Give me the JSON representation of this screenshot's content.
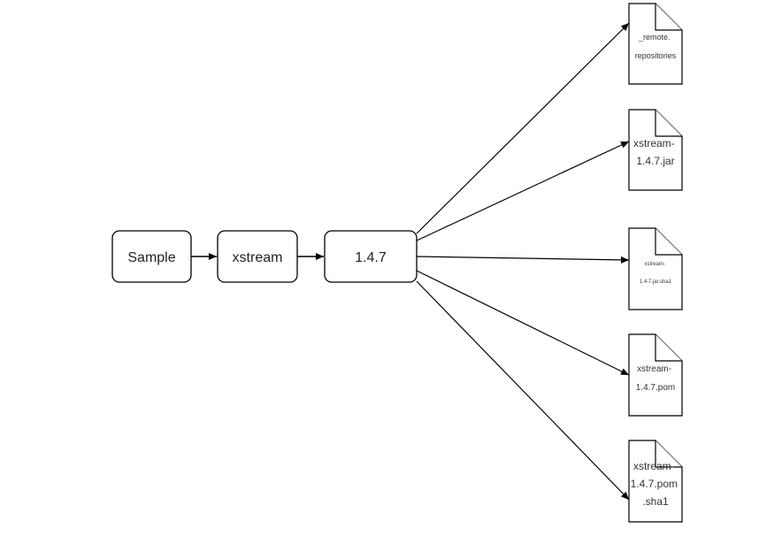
{
  "nodes": {
    "sample": "Sample",
    "xstream": "xstream",
    "version": "1.4.7"
  },
  "files": [
    {
      "lines": [
        "_remote.",
        "repositories"
      ]
    },
    {
      "lines": [
        "xstream-",
        "1.4.7.jar"
      ]
    },
    {
      "lines": [
        "xstream-",
        "1.4.7.jar.sha1"
      ]
    },
    {
      "lines": [
        "xstream-",
        "1.4.7.pom"
      ]
    },
    {
      "lines": [
        "xstream-",
        "1.4.7.pom",
        ".sha1"
      ]
    }
  ]
}
